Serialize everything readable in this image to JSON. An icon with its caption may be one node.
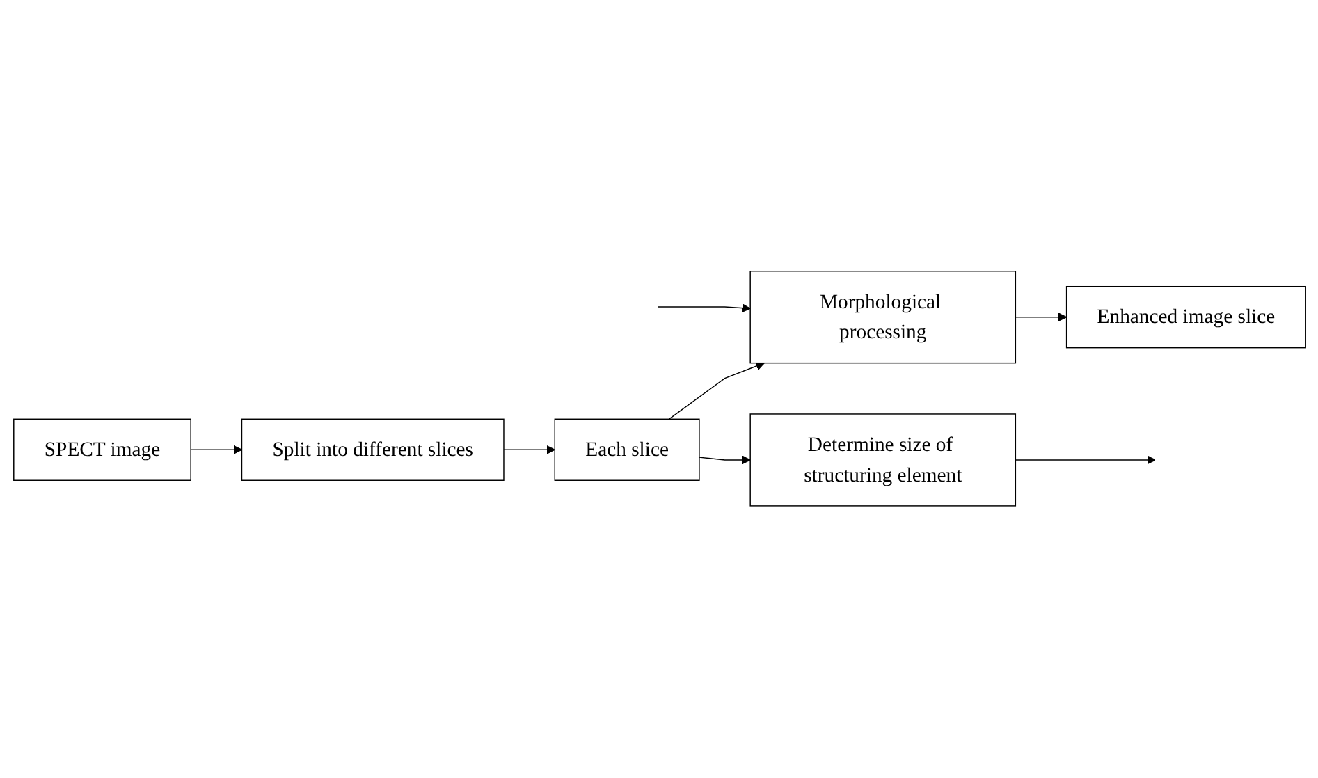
{
  "diagram": {
    "nodes": [
      {
        "text": [
          "SPECT image"
        ]
      },
      {
        "text": [
          "Split into different slices"
        ]
      },
      {
        "text": [
          "Each slice"
        ]
      },
      {
        "text": [
          "Morphological processing"
        ]
      },
      {
        "text": [
          "Enhanced image slice"
        ]
      },
      {
        "text": [
          "Determine size of structuring element"
        ]
      }
    ],
    "edges": [
      {
        "from": 0,
        "to": 1,
        "arrow": "to"
      },
      {
        "from": 1,
        "to": 2,
        "arrow": "to"
      },
      {
        "from": 2,
        "to": 3,
        "arrow": "to"
      },
      {
        "from": 3,
        "to": 4,
        "arrow": "to"
      },
      {
        "from": 2,
        "to": 5,
        "arrow": "to"
      },
      {
        "from": 5,
        "to": null,
        "arrow": "to"
      },
      {
        "from": null,
        "to": 3,
        "arrow": "to"
      }
    ]
  }
}
